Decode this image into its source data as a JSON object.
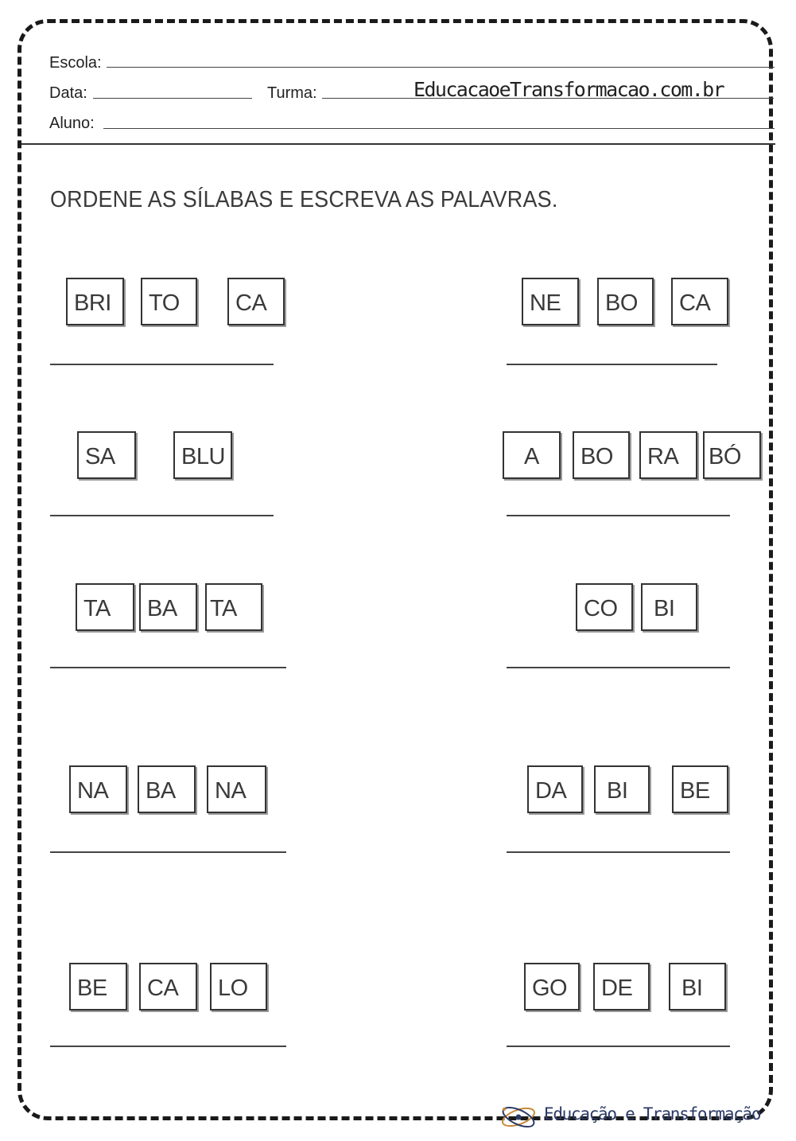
{
  "header": {
    "school_label": "Escola:",
    "date_label": "Data:",
    "class_label": "Turma:",
    "student_label": "Aluno:",
    "website": "EducacaoeTransformacao.com.br"
  },
  "instruction": "ORDENE AS SÍLABAS E ESCREVA AS PALAVRAS.",
  "exercises": [
    {
      "syllables": [
        "BRI",
        "TO",
        "CA"
      ]
    },
    {
      "syllables": [
        "NE",
        "BO",
        "CA"
      ]
    },
    {
      "syllables": [
        "SA",
        "BLU"
      ]
    },
    {
      "syllables": [
        "A",
        "BO",
        "RA",
        "BÓ"
      ]
    },
    {
      "syllables": [
        "TA",
        "BA",
        "TA"
      ]
    },
    {
      "syllables": [
        "CO",
        "BI"
      ]
    },
    {
      "syllables": [
        "NA",
        "BA",
        "NA"
      ]
    },
    {
      "syllables": [
        "DA",
        "BI",
        "BE"
      ]
    },
    {
      "syllables": [
        "BE",
        "CA",
        "LO"
      ]
    },
    {
      "syllables": [
        "GO",
        "DE",
        "BI"
      ]
    }
  ],
  "footer": {
    "brand": "Educação e Transformação",
    "logo_icon": "atom-orbit-icon",
    "brand_color": "#2c3a66"
  }
}
